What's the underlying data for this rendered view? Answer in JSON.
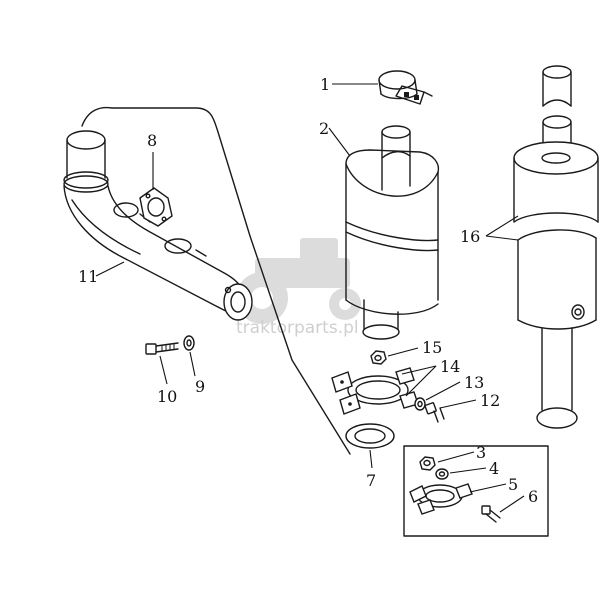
{
  "diagram": {
    "watermark": "traktorparts.pl",
    "callouts": [
      {
        "id": "c1",
        "label": "1"
      },
      {
        "id": "c2",
        "label": "2"
      },
      {
        "id": "c3",
        "label": "3"
      },
      {
        "id": "c4",
        "label": "4"
      },
      {
        "id": "c5",
        "label": "5"
      },
      {
        "id": "c6",
        "label": "6"
      },
      {
        "id": "c7",
        "label": "7"
      },
      {
        "id": "c8",
        "label": "8"
      },
      {
        "id": "c9",
        "label": "9"
      },
      {
        "id": "c10",
        "label": "10"
      },
      {
        "id": "c11",
        "label": "11"
      },
      {
        "id": "c12",
        "label": "12"
      },
      {
        "id": "c13",
        "label": "13"
      },
      {
        "id": "c14",
        "label": "14"
      },
      {
        "id": "c15",
        "label": "15"
      },
      {
        "id": "c16",
        "label": "16"
      }
    ]
  }
}
